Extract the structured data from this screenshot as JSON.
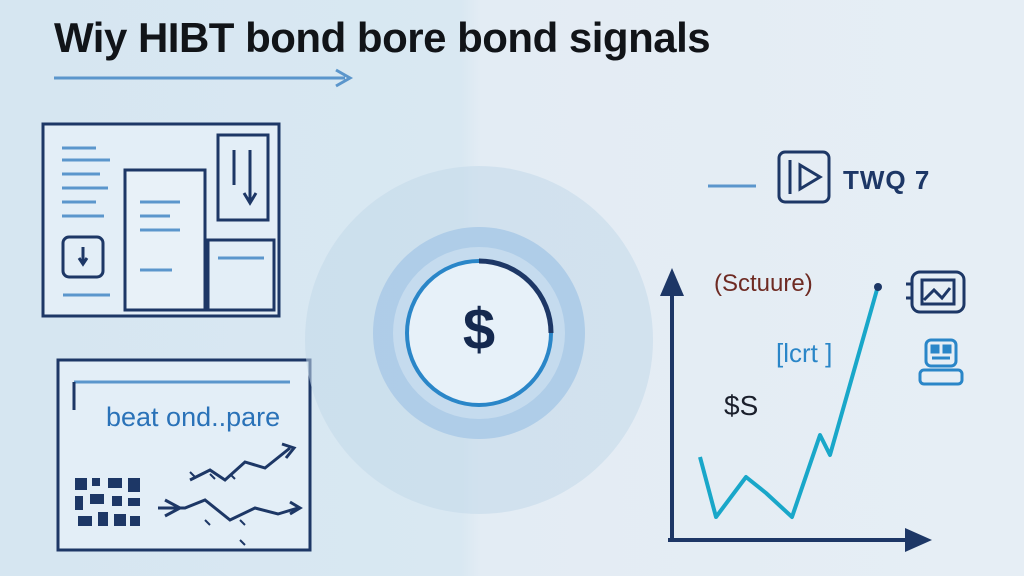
{
  "header": {
    "title": "Wiy HIBT bond bore bond signals"
  },
  "right_panel": {
    "video_caption": "TWQ 7",
    "structure_label": "(Sctuure)",
    "lcrt_label": "[lcrt ]",
    "price_label": "$S"
  },
  "center": {
    "currency_symbol": "$"
  },
  "left_panel": {
    "chart_label": "beat ond..pare"
  },
  "colors": {
    "navy": "#1d3766",
    "accent_blue": "#2a86c8",
    "teal_line": "#19a7c9",
    "label_red": "#6e2a22"
  },
  "icons": [
    "arrow-right-icon",
    "play-icon",
    "image-icon",
    "robot-icon",
    "document-icon",
    "qr-code-icon"
  ]
}
